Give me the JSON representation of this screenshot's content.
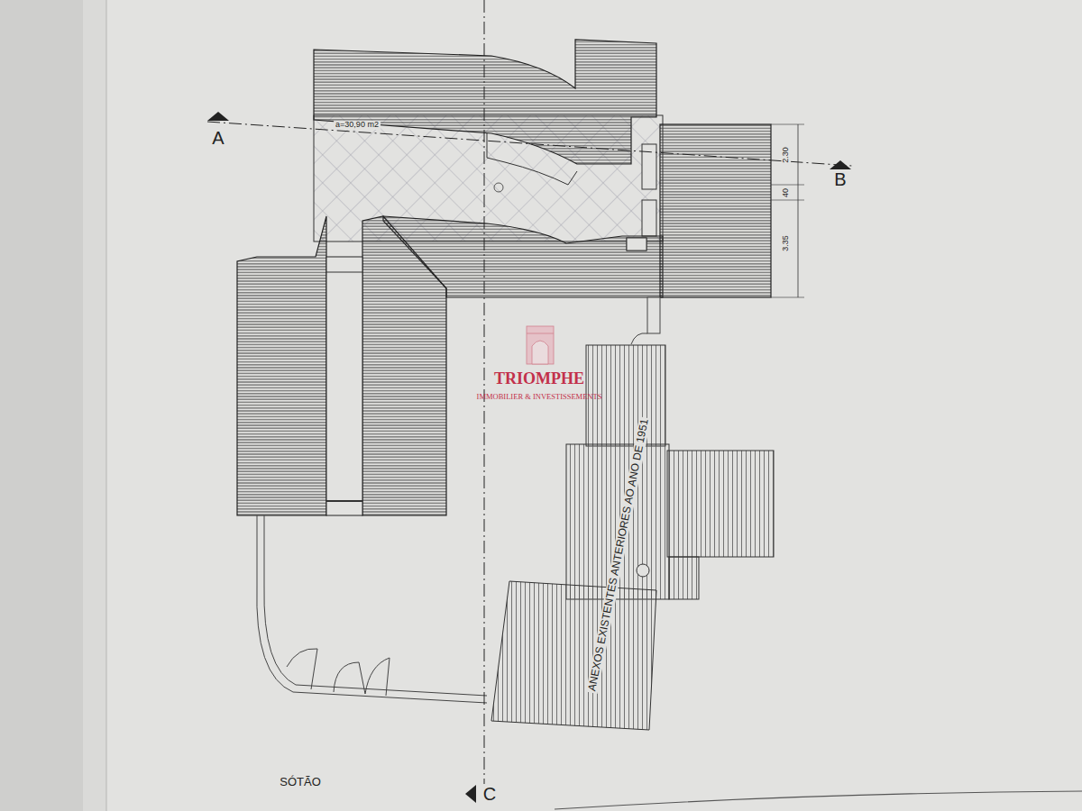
{
  "diagram": {
    "labels": [
      "A",
      "B",
      "C",
      "a=30,90 m2",
      "2.30",
      "40",
      "3.35",
      "TRIOMPHE",
      "IMMOBILIER & INVESTISSEMENTS",
      "ANEXOS EXISTENTES ANTERIORES AO ANO DE 1951",
      "SÓTÃO"
    ]
  }
}
